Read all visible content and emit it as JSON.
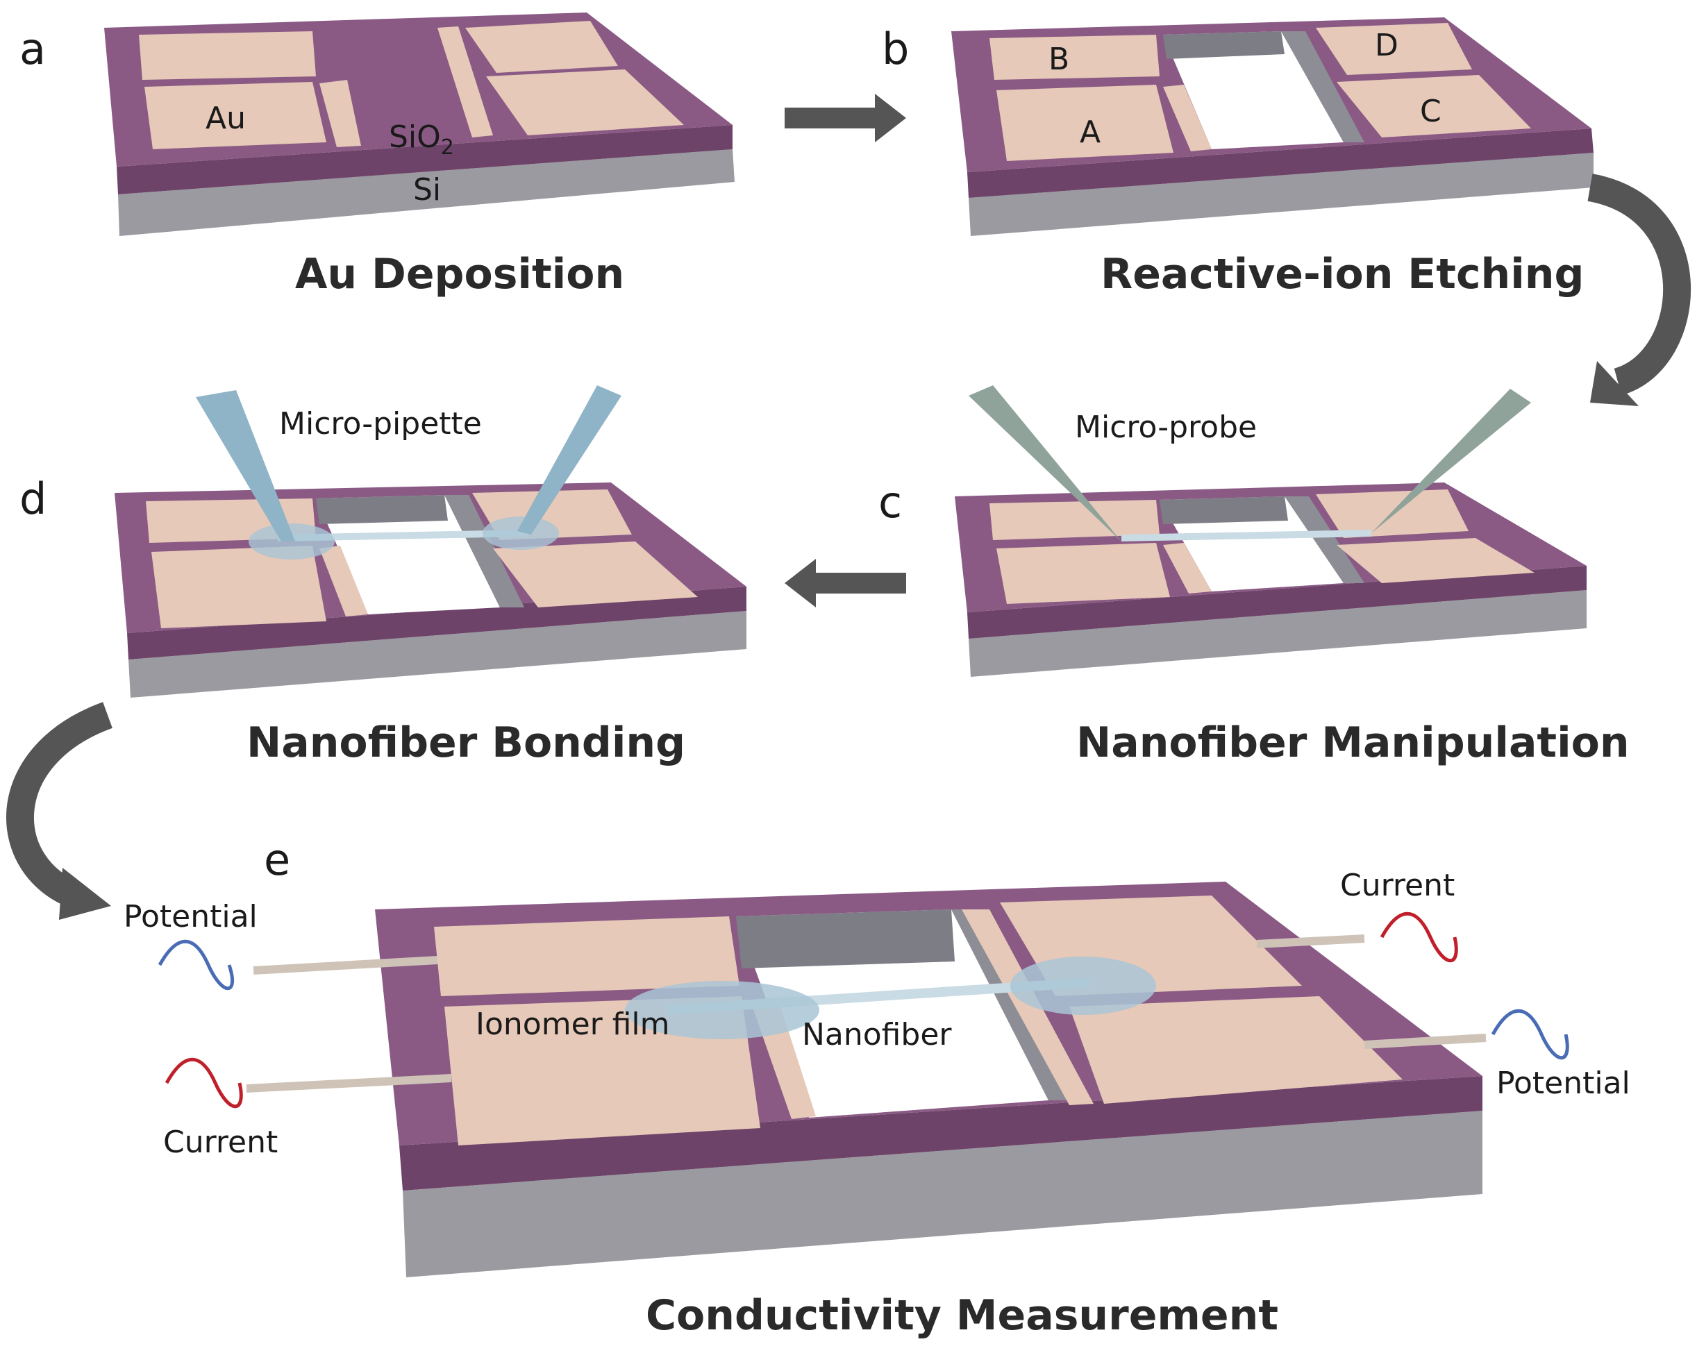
{
  "panels": {
    "a": {
      "letter": "a",
      "caption": "Au Deposition",
      "label_au": "Au",
      "label_sio2": "SiO",
      "label_sio2_sub": "2",
      "label_si": "Si"
    },
    "b": {
      "letter": "b",
      "caption": "Reactive-ion Etching",
      "pad_a": "A",
      "pad_b": "B",
      "pad_c": "C",
      "pad_d": "D"
    },
    "c": {
      "letter": "c",
      "caption": "Nanofiber Manipulation",
      "tool_label": "Micro-probe"
    },
    "d": {
      "letter": "d",
      "caption": "Nanofiber Bonding",
      "tool_label": "Micro-pipette"
    },
    "e": {
      "letter": "e",
      "caption": "Conductivity Measurement",
      "potential_left": "Potential",
      "current_left": "Current",
      "current_right": "Current",
      "potential_right": "Potential",
      "film_label": "Ionomer film",
      "fiber_label": "Nanofiber"
    }
  },
  "colors": {
    "substrate_top": "#8a5a85",
    "substrate_front": "#6e4369",
    "silicon": "#9a9aa0",
    "gold": "#e6c9b8",
    "etched_wall": "#7d7d85",
    "probe": "#8fa39a",
    "pipette": "#8fb3c7",
    "arrow": "#555555",
    "current_wave": "#c0202a",
    "potential_wave": "#4a6cb5"
  }
}
